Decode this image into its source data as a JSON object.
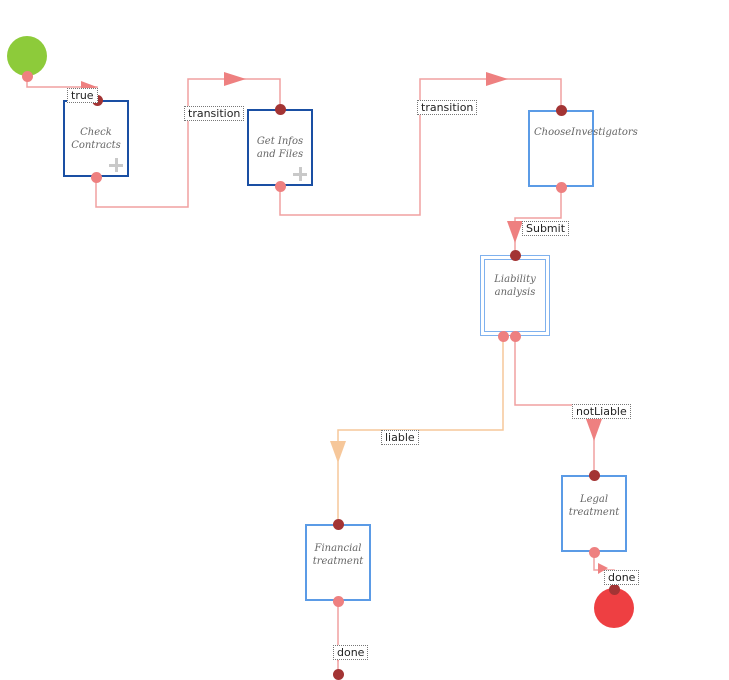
{
  "nodes": {
    "check_contracts": "Check\nContracts",
    "get_infos": "Get Infos\nand Files",
    "choose_investigators": "ChooseInvestigators",
    "liability_analysis": "Liability\nanalysis",
    "financial_treatment": "Financial\ntreatment",
    "legal_treatment": "Legal\ntreatment"
  },
  "edges": {
    "start_to_check": "true",
    "check_to_get": "transition",
    "get_to_choose": "transition",
    "choose_to_liability": "Submit",
    "liability_to_financial": "liable",
    "liability_to_legal": "notLiable",
    "legal_to_end": "done",
    "financial_to_end": "done"
  },
  "colors": {
    "start_event": "#8dcb3a",
    "end_event": "#ee3f42",
    "edge": "#f0a0a0",
    "edge_liable": "#f6c79a",
    "task_border_dark": "#1a4fa3",
    "task_border_light": "#5b9be6",
    "port_in": "#a33434",
    "port_out": "#ee8080"
  }
}
